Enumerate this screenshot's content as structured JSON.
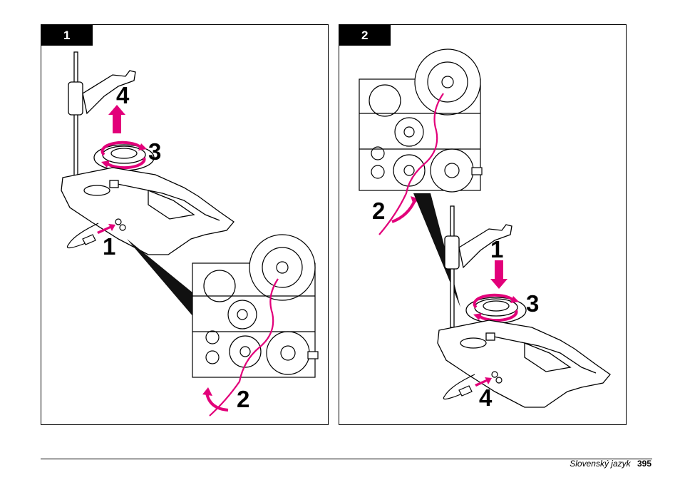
{
  "steps": [
    {
      "number": "1",
      "callouts": [
        "4",
        "3",
        "1",
        "2"
      ]
    },
    {
      "number": "2",
      "callouts": [
        "2",
        "1",
        "3",
        "4"
      ]
    }
  ],
  "footer": {
    "language": "Slovenský jazyk",
    "page_number": "395"
  },
  "colors": {
    "accent": "#e2007a",
    "line": "#000000",
    "panel_border": "#000000"
  }
}
